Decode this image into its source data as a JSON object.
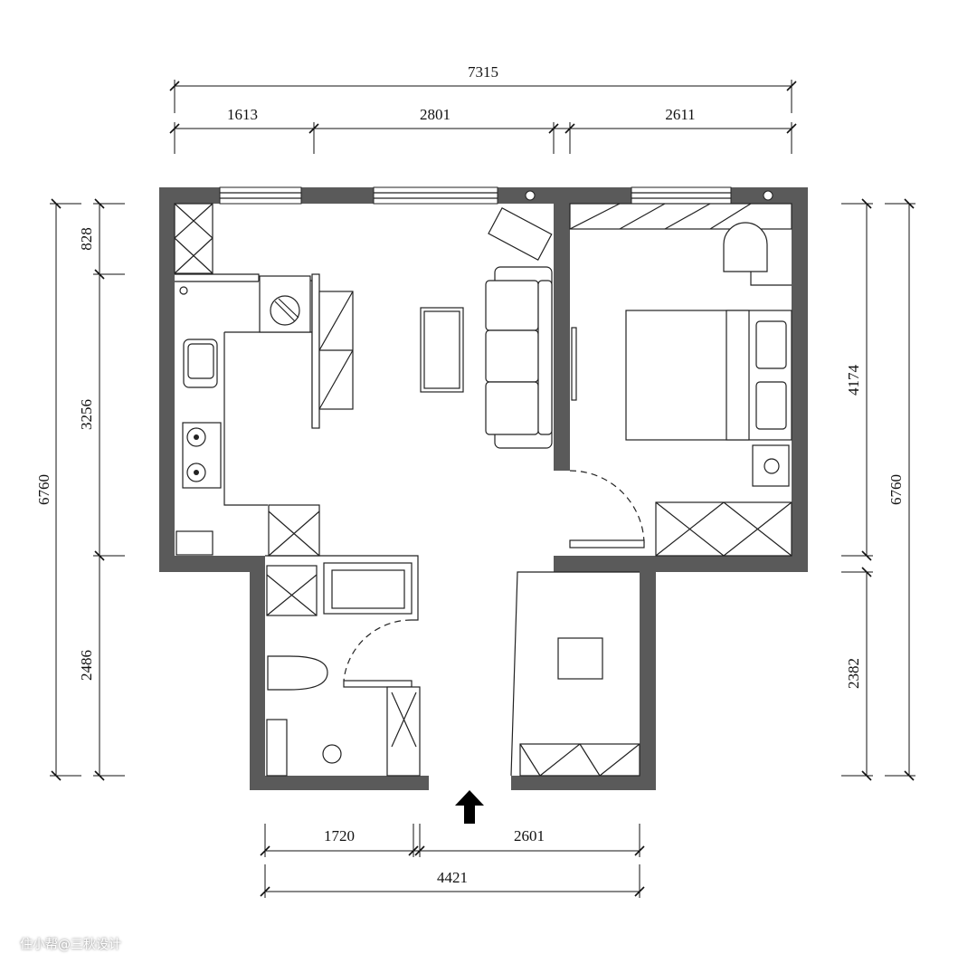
{
  "dimensions": {
    "top_total": "7315",
    "top_segments": [
      "1613",
      "2801",
      "2611"
    ],
    "left_total": "6760",
    "left_segments": [
      "828",
      "3256",
      "2486"
    ],
    "right_total": "6760",
    "right_segments": [
      "4174",
      "2382"
    ],
    "bottom_segments": [
      "1720",
      "2601"
    ],
    "bottom_total": "4421"
  },
  "entrance": {
    "icon": "arrow-up-icon"
  },
  "colors": {
    "wall": "#5a5a5a",
    "line": "#222222"
  },
  "watermark": "住小帮@三秋设计"
}
